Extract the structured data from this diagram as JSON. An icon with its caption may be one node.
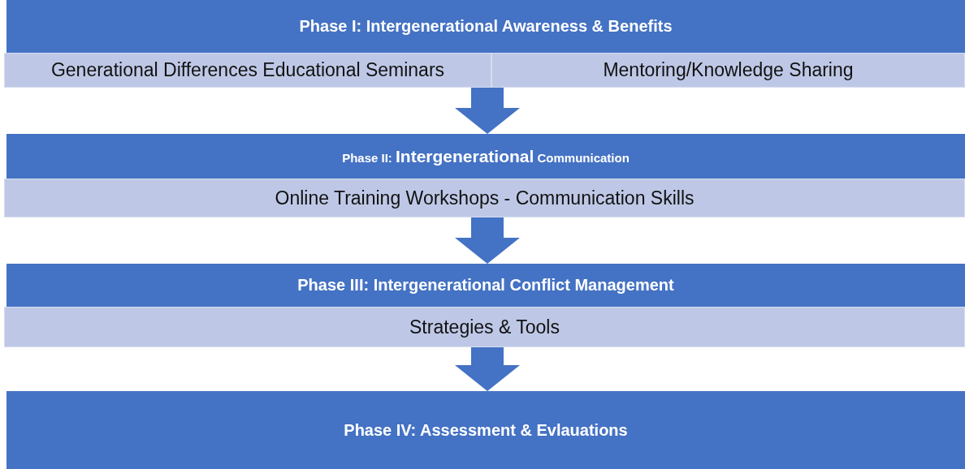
{
  "diagram": {
    "nodes": [
      {
        "text": [
          "Phase I: Intergenerational Awareness & Benefits"
        ]
      },
      {
        "text": [
          "Generational Differences Educational Seminars"
        ]
      },
      {
        "text": [
          "Mentoring/Knowledge Sharing"
        ]
      },
      {
        "text": [
          "Phase II: **Intergenerational** Communication"
        ]
      },
      {
        "text": [
          "Online Training Workshops - Communication Skills"
        ]
      },
      {
        "text": [
          "Phase III: Intergenerational Conflict Management"
        ]
      },
      {
        "text": [
          "Strategies & Tools"
        ]
      },
      {
        "text": [
          "Phase IV: Assessment & Evlauations"
        ]
      }
    ],
    "edges": [
      {
        "from": 1,
        "to": 3,
        "arrow": "to"
      },
      {
        "from": 2,
        "to": 3,
        "arrow": "to"
      },
      {
        "from": 4,
        "to": 5,
        "arrow": "to"
      },
      {
        "from": 6,
        "to": 7,
        "arrow": "to"
      }
    ]
  }
}
